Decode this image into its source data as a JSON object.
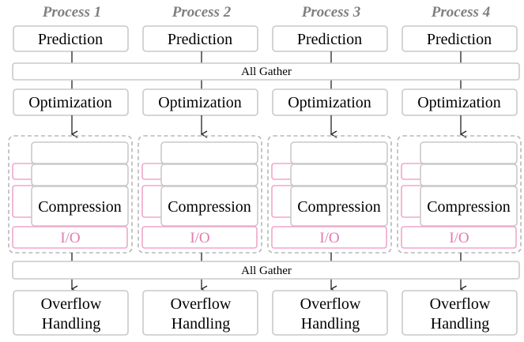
{
  "processes": [
    {
      "name": "Process 1"
    },
    {
      "name": "Process 2"
    },
    {
      "name": "Process 3"
    },
    {
      "name": "Process 4"
    }
  ],
  "stages": {
    "prediction": "Prediction",
    "all_gather_1": "All Gather",
    "optimization": "Optimization",
    "compression": "Compression",
    "io": "I/O",
    "all_gather_2": "All Gather",
    "overflow_line1": "Overflow",
    "overflow_line2": "Handling"
  },
  "colors": {
    "header_text": "#7f7f7f",
    "box_border": "#c9c9c9",
    "accent_pink": "#f0a6cb",
    "io_text": "#e07cb0",
    "dashed_group": "#b8b8b8"
  }
}
